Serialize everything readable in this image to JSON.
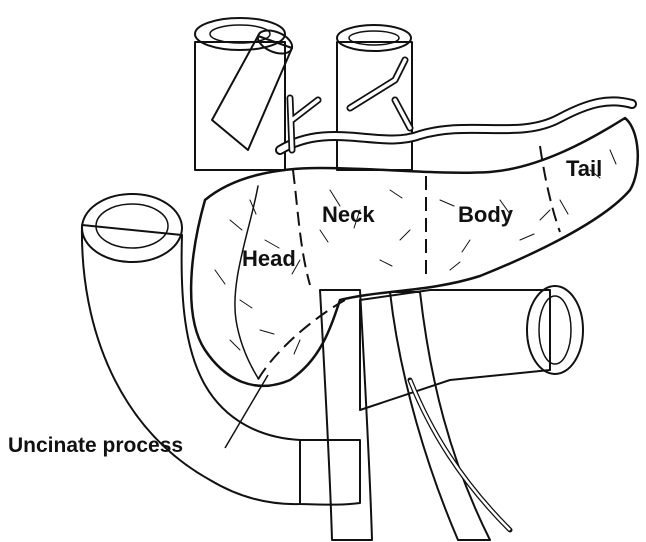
{
  "labels": {
    "head": "Head",
    "neck": "Neck",
    "body": "Body",
    "tail": "Tail",
    "uncinate": "Uncinate process"
  },
  "colors": {
    "ink": "#111111",
    "background": "#ffffff"
  }
}
